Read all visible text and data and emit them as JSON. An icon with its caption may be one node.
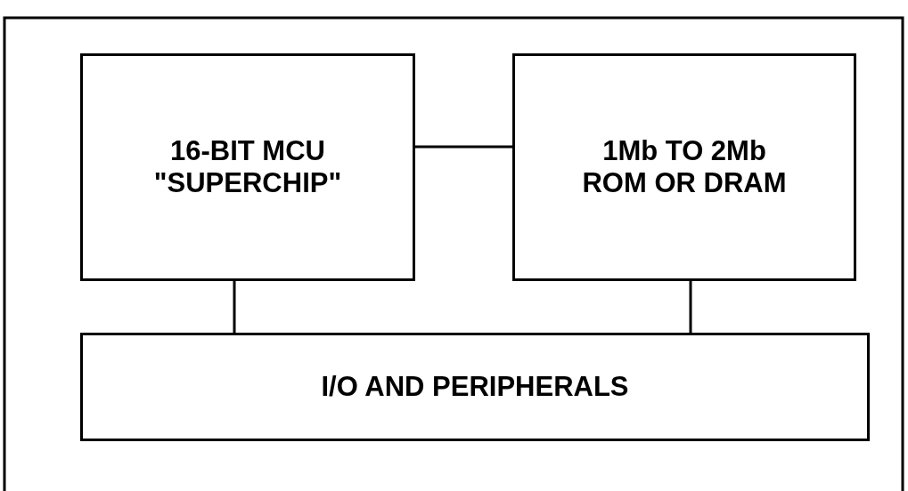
{
  "diagram": {
    "nodes": [
      {
        "text": [
          "16-BIT MCU \"SUPERCHIP\""
        ]
      },
      {
        "text": [
          "1Mb TO 2Mb ROM OR DRAM"
        ]
      },
      {
        "text": [
          "I/O AND PERIPHERALS"
        ]
      }
    ],
    "edges": [
      {
        "from": 0,
        "to": 1,
        "arrow": "none"
      },
      {
        "from": 0,
        "to": 2,
        "arrow": "none"
      },
      {
        "from": 1,
        "to": 2,
        "arrow": "none"
      }
    ]
  }
}
